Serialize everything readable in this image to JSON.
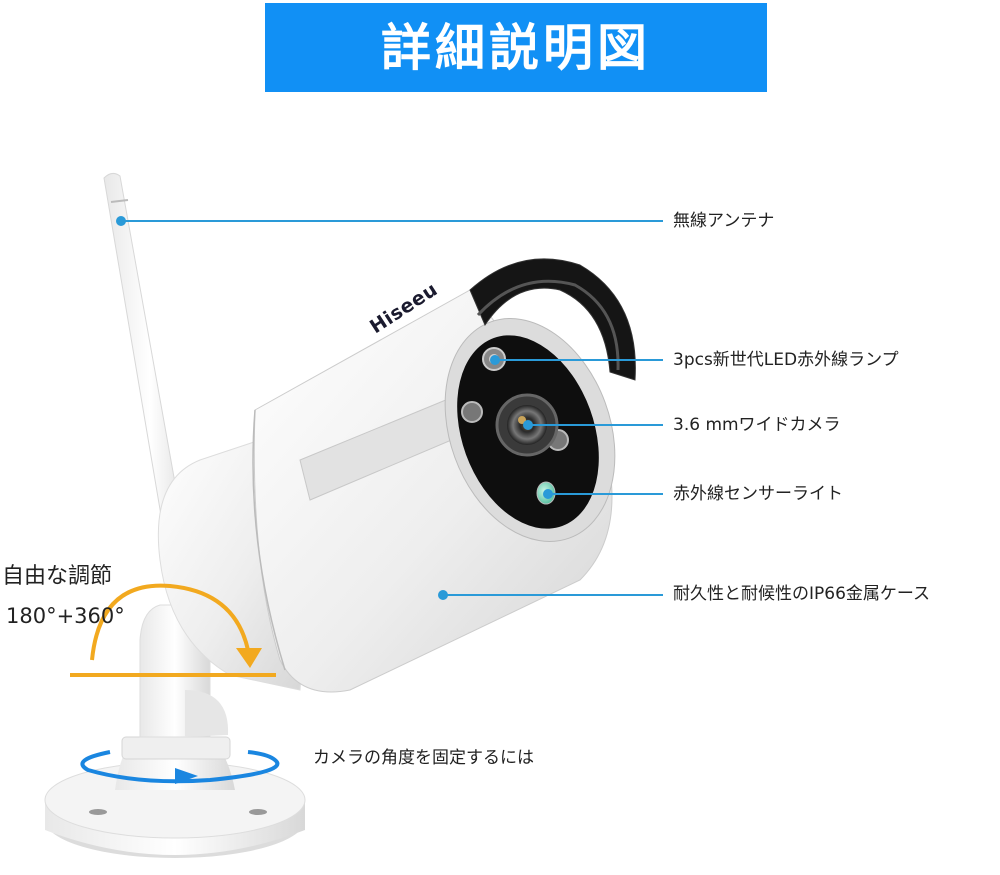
{
  "banner": {
    "title": "詳細説明図",
    "color": "#1190f5"
  },
  "brand": {
    "logo_text": "Hiseeu"
  },
  "callouts": [
    {
      "id": "antenna",
      "label": "無線アンテナ"
    },
    {
      "id": "ir-led",
      "label": "3pcs新世代LED赤外線ランプ"
    },
    {
      "id": "lens",
      "label": "3.6 mmワイドカメラ"
    },
    {
      "id": "ir-sensor",
      "label": "赤外線センサーライト"
    },
    {
      "id": "housing",
      "label": "耐久性と耐候性のIP66金属ケース"
    }
  ],
  "adjustment": {
    "title": "自由な調節",
    "angles": "180°+360°",
    "arrow_color": "#f2a91f"
  },
  "base": {
    "label": "カメラの角度を固定するには",
    "arrow_color": "#1a86e0"
  },
  "colors": {
    "callout_line": "#2a9ad8",
    "camera_body": "#f2f2f2",
    "lens_housing": "#111111"
  }
}
